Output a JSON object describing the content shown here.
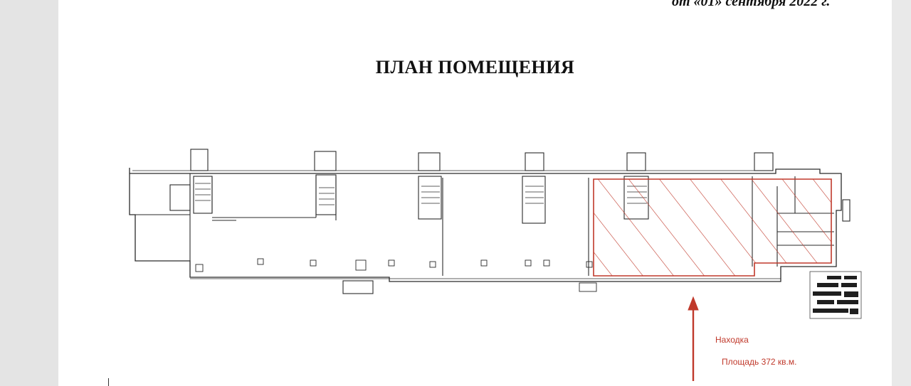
{
  "document": {
    "header_date": "от «01» сентября 2022 г.",
    "title": "ПЛАН ПОМЕЩЕНИЯ",
    "notes": {
      "location": "Находка",
      "area": "Площадь  372 кв.м."
    },
    "colors": {
      "highlight": "#c0392b",
      "line": "#2a2a2a",
      "page": "#ffffff"
    }
  }
}
